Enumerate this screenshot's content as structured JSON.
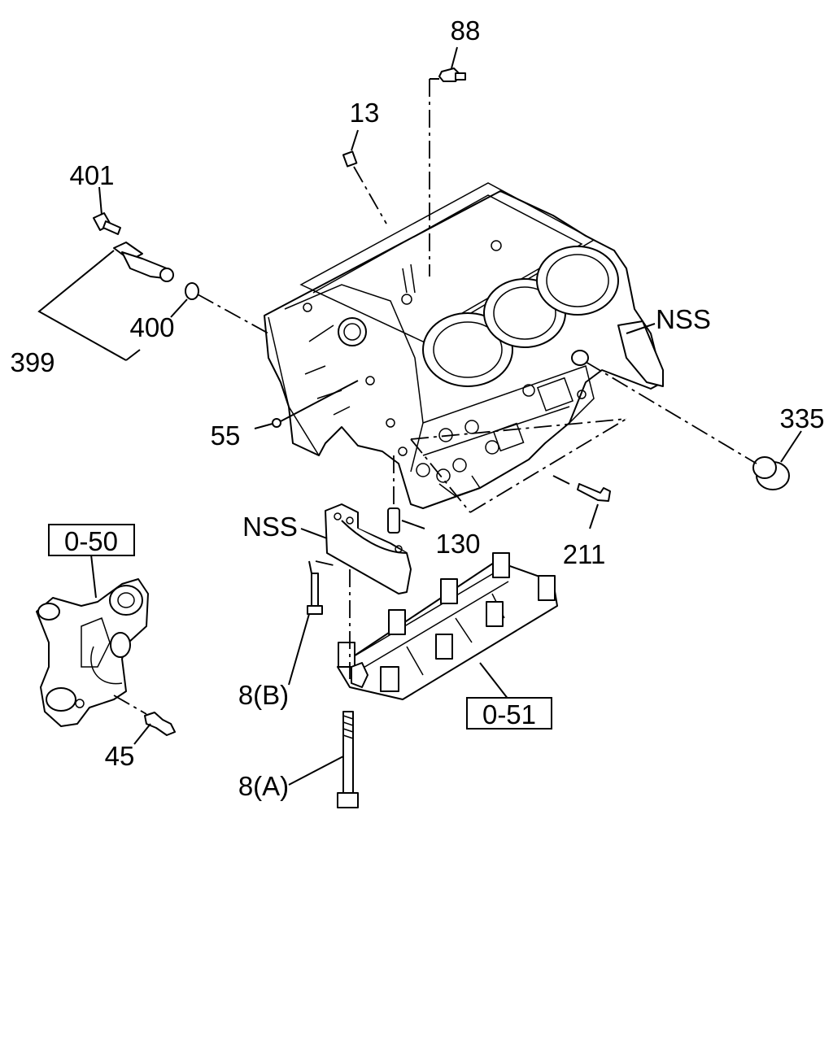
{
  "labels": {
    "p88": "88",
    "p13": "13",
    "p401": "401",
    "p400": "400",
    "p399": "399",
    "p55": "55",
    "nss_right": "NSS",
    "p335": "335",
    "nss_left": "NSS",
    "p130": "130",
    "p211": "211",
    "p8b": "8(B)",
    "p8a": "8(A)",
    "p45": "45",
    "ref050": "0-50",
    "ref051": "0-51"
  },
  "colors": {
    "line": "#000000",
    "background": "#ffffff"
  }
}
